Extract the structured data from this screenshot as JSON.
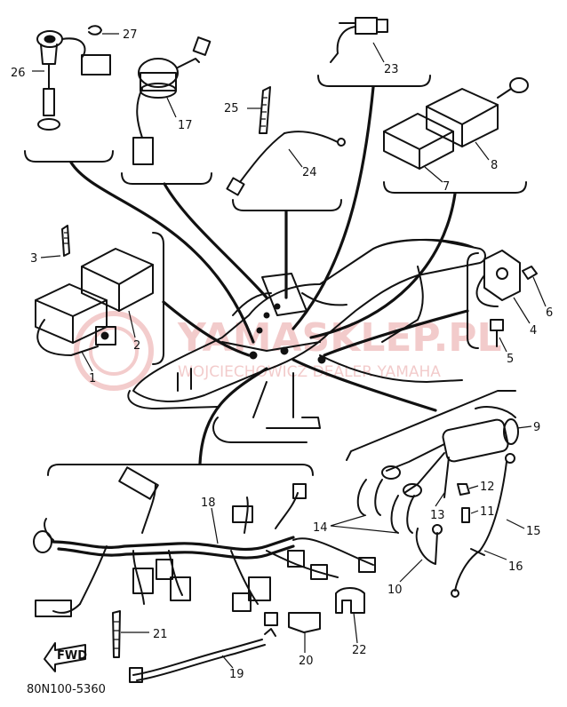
{
  "labels": {
    "p1": "1",
    "p2": "2",
    "p3": "3",
    "p4": "4",
    "p5": "5",
    "p6": "6",
    "p7": "7",
    "p8": "8",
    "p9": "9",
    "p10": "10",
    "p11": "11",
    "p12": "12",
    "p13": "13",
    "p14": "14",
    "p15": "15",
    "p16": "16",
    "p17": "17",
    "p18": "18",
    "p19": "19",
    "p20": "20",
    "p21": "21",
    "p22": "22",
    "p23": "23",
    "p24": "24",
    "p25": "25",
    "p26": "26",
    "p27": "27"
  },
  "watermark": {
    "brand": "YAMASKLEP.PL",
    "dealer": "WOJCIECHOWICZ DEALER YAMAHA"
  },
  "diagram_code": "80N100-5360",
  "arrow_label": "FWD",
  "colors": {
    "ink": "#111111",
    "watermark": "#e9a2a2"
  }
}
